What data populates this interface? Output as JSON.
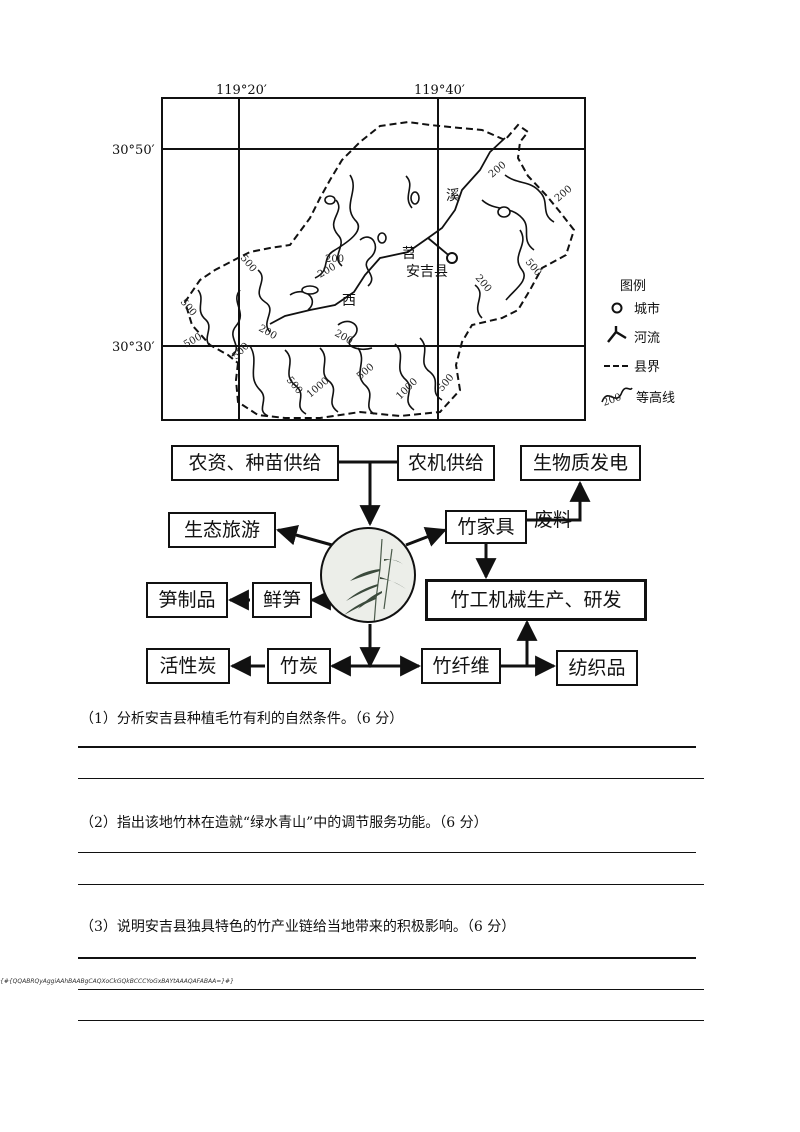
{
  "map": {
    "lon_labels": [
      "119°20′",
      "119°40′"
    ],
    "lat_labels": [
      "30°50′",
      "30°30′"
    ],
    "contour_labels": [
      "200",
      "200",
      "500",
      "500",
      "200",
      "500",
      "200",
      "200",
      "500",
      "1000",
      "500",
      "1000",
      "200",
      "500",
      "200",
      "500",
      "500"
    ],
    "places": {
      "county": "安吉县",
      "river_chars": [
        "西",
        "苕",
        "溪"
      ]
    },
    "legend": {
      "title": "图例",
      "items": [
        {
          "icon": "city-circle-icon",
          "label": "城市"
        },
        {
          "icon": "river-icon",
          "label": "河流"
        },
        {
          "icon": "county-boundary-icon",
          "label": "县界"
        },
        {
          "icon": "contour-line-icon",
          "label": "等高线",
          "sample": "200"
        }
      ]
    }
  },
  "flow": {
    "agri_supply": "农资、种苗供给",
    "machinery_supply": "农机供给",
    "biomass_power": "生物质发电",
    "eco_tourism": "生态旅游",
    "bamboo_furniture": "竹家具",
    "waste": "废料",
    "bamboo_machinery": "竹工机械生产、研发",
    "shoot_products": "笋制品",
    "fresh_shoots": "鲜笋",
    "activated_carbon": "活性炭",
    "bamboo_charcoal": "竹炭",
    "bamboo_fiber": "竹纤维",
    "textiles": "纺织品"
  },
  "questions": [
    "（1）分析安吉县种植毛竹有利的自然条件。（6 分）",
    "（2）指出该地竹林在造就“绿水青山”中的调节服务功能。（6 分）",
    "（3）说明安吉县独具特色的竹产业链给当地带来的积极影响。（6 分）"
  ],
  "footer_code": "{#{QQABRQyAggiAAhBAABgCAQXoCkGQkBCCCYoGxBAYtAAAQAFABAA=}#}"
}
